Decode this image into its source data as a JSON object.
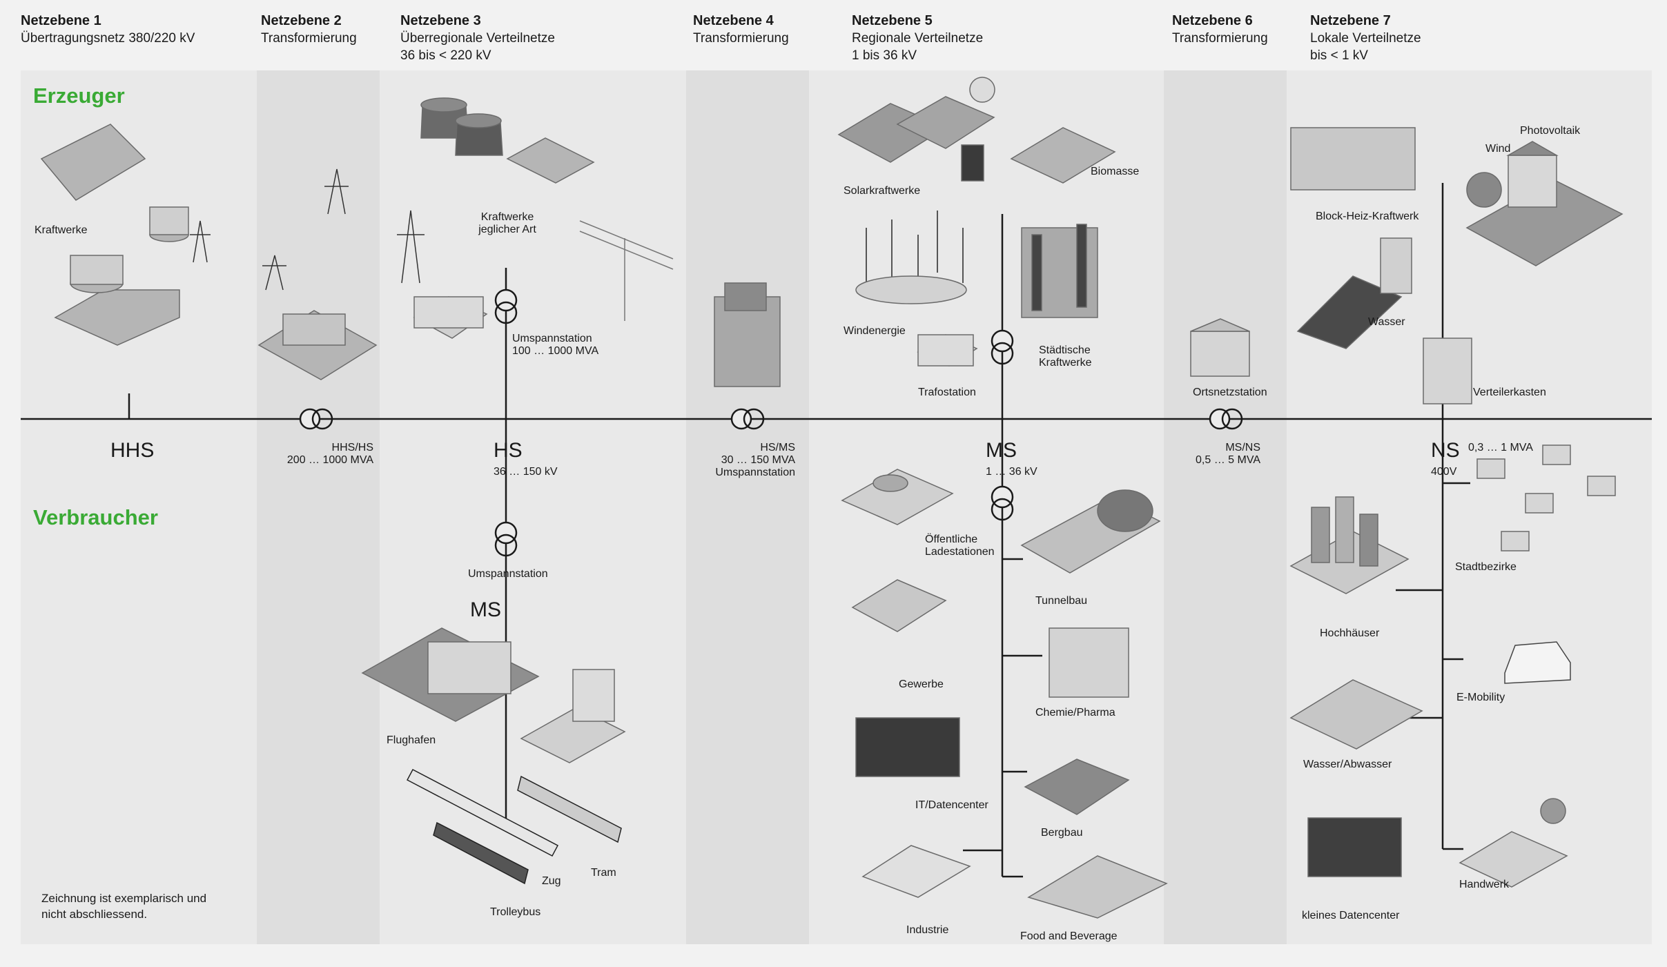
{
  "headers": [
    {
      "title": "Netzebene 1",
      "sub": "Übertragungsnetz 380/220 kV"
    },
    {
      "title": "Netzebene 2",
      "sub": "Transformierung"
    },
    {
      "title": "Netzebene 3",
      "sub": "Überregionale Verteilnetze",
      "sub2": "36 bis < 220 kV"
    },
    {
      "title": "Netzebene 4",
      "sub": "Transformierung"
    },
    {
      "title": "Netzebene 5",
      "sub": "Regionale Verteilnetze",
      "sub2": "1 bis 36 kV"
    },
    {
      "title": "Netzebene 6",
      "sub": "Transformierung"
    },
    {
      "title": "Netzebene 7",
      "sub": "Lokale Verteilnetze",
      "sub2": "bis < 1 kV"
    }
  ],
  "sections": {
    "producers": "Erzeuger",
    "consumers": "Verbraucher"
  },
  "voltage": {
    "hhs": "HHS",
    "hs": "HS",
    "ms": "MS",
    "ms2": "MS",
    "ns": "NS",
    "hs_range": "36 … 150 kV",
    "ms_range": "1 … 36 kV",
    "ns_range": "400V",
    "ns_power": "0,3 … 1 MVA"
  },
  "transformers": {
    "t1_name": "HHS/HS",
    "t1_val": "200 … 1000 MVA",
    "t2_name": "HS/MS",
    "t2_val": "30 … 150 MVA",
    "t2_sub": "Umspannstation",
    "t3_name": "MS/NS",
    "t3_val": "0,5 … 5 MVA"
  },
  "producers": {
    "kraftwerke": "Kraftwerke",
    "kraftwerke_jeder_1": "Kraftwerke",
    "kraftwerke_jeder_2": "jeglicher Art",
    "umspann1": "Umspannstation",
    "umspann1_val": "100 … 1000 MVA",
    "solar": "Solarkraftwerke",
    "biomasse": "Biomasse",
    "wind": "Windenergie",
    "trafo": "Trafostation",
    "staedtisch_1": "Städtische",
    "staedtisch_2": "Kraftwerke",
    "ortsnetz": "Ortsnetzstation",
    "bhkw": "Block-Heiz-Kraftwerk",
    "wasser": "Wasser",
    "wind7": "Wind",
    "pv": "Photovoltaik",
    "verteiler": "Verteilerkasten"
  },
  "consumers": {
    "umspann2": "Umspannstation",
    "flughafen": "Flughafen",
    "zug": "Zug",
    "tram": "Tram",
    "trolley": "Trolleybus",
    "lade_1": "Öffentliche",
    "lade_2": "Ladestationen",
    "tunnel": "Tunnelbau",
    "gewerbe": "Gewerbe",
    "chemie": "Chemie/Pharma",
    "it": "IT/Datencenter",
    "bergbau": "Bergbau",
    "industrie": "Industrie",
    "food": "Food and Beverage",
    "stadt": "Stadtbezirke",
    "hoch": "Hochhäuser",
    "emob": "E-Mobility",
    "abwasser": "Wasser/Abwasser",
    "handwerk": "Handwerk",
    "kdc": "kleines Datencenter"
  },
  "note": {
    "line1": "Zeichnung ist exemplarisch und",
    "line2": "nicht abschliessend."
  },
  "colors": {
    "accent": "#3aaa35",
    "line": "#1a1a1a",
    "band": "#e9e9e9",
    "band_dark": "#dedede",
    "bg": "#f2f2f2"
  }
}
